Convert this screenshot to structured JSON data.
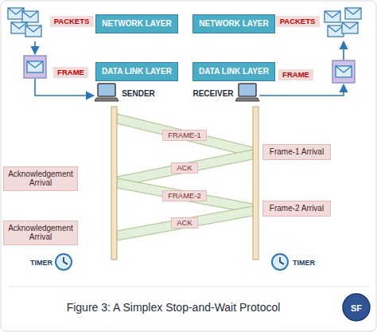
{
  "diagram": {
    "caption": "Figure 3: A Simplex Stop-and-Wait Protocol",
    "nodes": [
      {
        "text": [
          "PACKETS"
        ]
      },
      {
        "text": [
          "NETWORK LAYER"
        ]
      },
      {
        "text": [
          "NETWORK LAYER"
        ]
      },
      {
        "text": [
          "PACKETS"
        ]
      },
      {
        "text": [
          "FRAME"
        ]
      },
      {
        "text": [
          "DATA LINK LAYER"
        ]
      },
      {
        "text": [
          "DATA LINK LAYER"
        ]
      },
      {
        "text": [
          "FRAME"
        ]
      },
      {
        "text": [
          "Frame-1 Arrival"
        ]
      },
      {
        "text": [
          "Acknowledgement Arrival"
        ]
      },
      {
        "text": [
          "Frame-2 Arrival"
        ]
      },
      {
        "text": [
          "Acknowledgement Arrival"
        ]
      }
    ],
    "labels": [
      "SENDER",
      "RECEIVER",
      "FRAME-1",
      "ACK",
      "FRAME-2",
      "ACK",
      "TIMER",
      "TIMER",
      "SF"
    ]
  }
}
